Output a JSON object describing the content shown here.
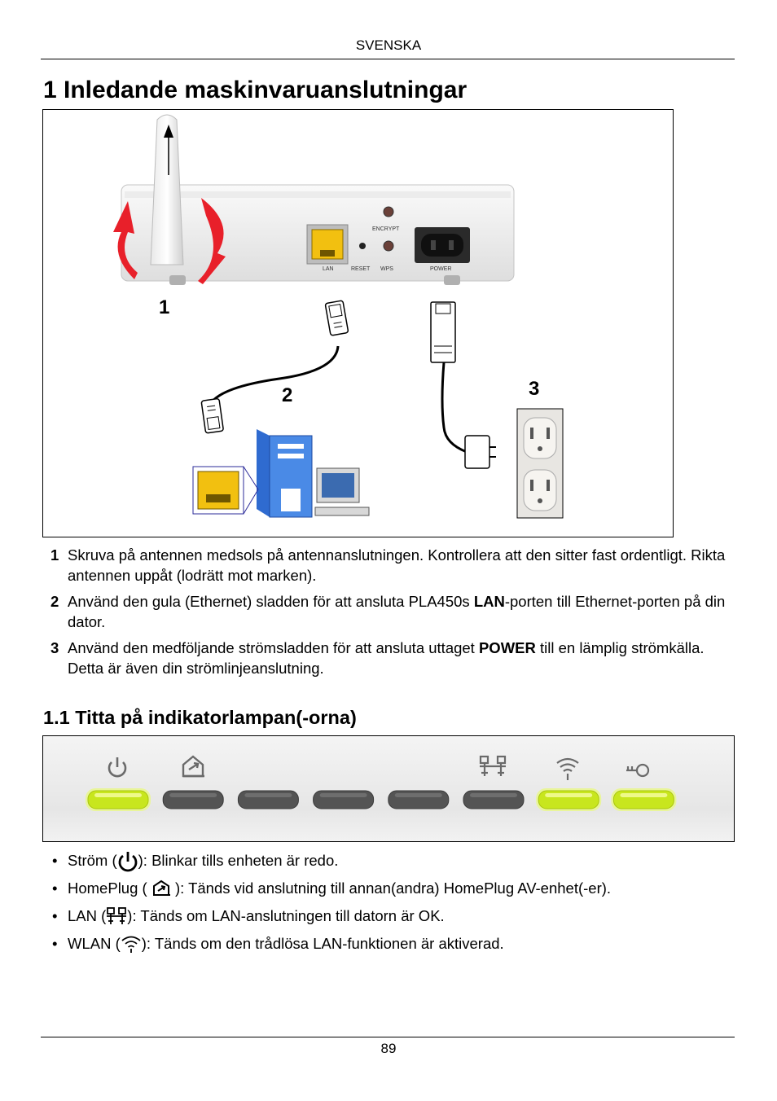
{
  "header": {
    "language": "SVENSKA"
  },
  "section1": {
    "title": "1 Inledande maskinvaruanslutningar",
    "figure": {
      "callouts": [
        "1",
        "2",
        "3"
      ],
      "panel_labels": {
        "encrypt": "ENCRYPT",
        "lan": "LAN",
        "reset": "RESET",
        "wps": "WPS",
        "power": "POWER"
      }
    },
    "steps": [
      {
        "num": "1",
        "text": "Skruva på antennen medsols på antennanslutningen. Kontrollera att den sitter fast ordentligt. Rikta antennen uppåt (lodrätt mot marken)."
      },
      {
        "num": "2",
        "pre": "Använd den gula (Ethernet) sladden för att ansluta PLA450s ",
        "bold": "LAN",
        "post": "-porten till Ethernet-porten på din dator."
      },
      {
        "num": "3",
        "pre": "Använd den medföljande strömsladden för att ansluta uttaget ",
        "bold": "POWER",
        "post": " till en lämplig strömkälla. Detta är även din strömlinjeanslutning."
      }
    ]
  },
  "section2": {
    "title": "1.1 Titta på indikatorlampan(-orna)",
    "leds": [
      {
        "name": "power",
        "state": "on"
      },
      {
        "name": "homeplug",
        "state": "off"
      },
      {
        "name": "blank-1",
        "state": "off"
      },
      {
        "name": "blank-2",
        "state": "off"
      },
      {
        "name": "blank-3",
        "state": "off"
      },
      {
        "name": "lan",
        "state": "off"
      },
      {
        "name": "wlan",
        "state": "on"
      },
      {
        "name": "wps",
        "state": "on"
      }
    ],
    "bullets": [
      {
        "icon": "power-icon",
        "label": "Ström (",
        "desc": "): Blinkar tills enheten är redo."
      },
      {
        "icon": "homeplug-icon",
        "label": "HomePlug ( ",
        "desc": " ): Tänds vid anslutning till annan(andra) HomePlug AV-enhet(-er)."
      },
      {
        "icon": "lan-icon",
        "label": "LAN (",
        "desc": "): Tänds om LAN-anslutningen till datorn är OK."
      },
      {
        "icon": "wlan-icon",
        "label": "WLAN (",
        "desc": "): Tänds om den trådlösa LAN-funktionen är aktiverad."
      }
    ]
  },
  "colors": {
    "led_on": "#c8e61e",
    "led_off": "#545454"
  },
  "footer": {
    "page_number": "89"
  }
}
